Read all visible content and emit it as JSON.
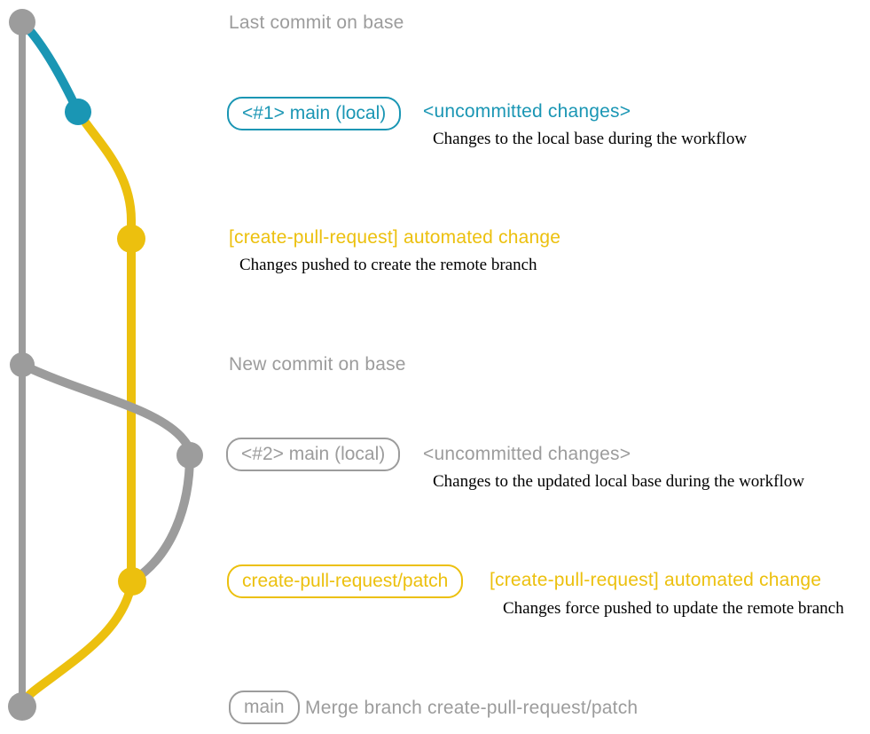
{
  "colors": {
    "gray": "#9c9c9c",
    "teal": "#1a96b4",
    "yellow": "#ecc00e",
    "note_text": "#000000"
  },
  "graph": {
    "base_line": "base branch line",
    "local_line": "local main branch line",
    "patch_line": "create-pull-request/patch branch line",
    "commits": [
      "last-commit-on-base",
      "local-uncommitted-1",
      "automated-change-1",
      "new-commit-on-base",
      "local-uncommitted-2",
      "automated-change-2",
      "merge-commit"
    ]
  },
  "sections": {
    "last_commit_label": "Last commit on base",
    "row1": {
      "badge": "<#1> main (local)",
      "title": "<uncommitted changes>",
      "note": "Changes to the local base during the workflow"
    },
    "row2": {
      "title": "[create-pull-request] automated change",
      "note": "Changes pushed to create the remote branch"
    },
    "new_commit_label": "New commit on base",
    "row3": {
      "badge": "<#2> main (local)",
      "title": "<uncommitted changes>",
      "note": "Changes to the updated local base during the workflow"
    },
    "row4": {
      "badge": "create-pull-request/patch",
      "title": "[create-pull-request] automated change",
      "note": "Changes force pushed to update the remote branch"
    },
    "row5": {
      "badge": "main",
      "title": "Merge branch create-pull-request/patch"
    }
  }
}
